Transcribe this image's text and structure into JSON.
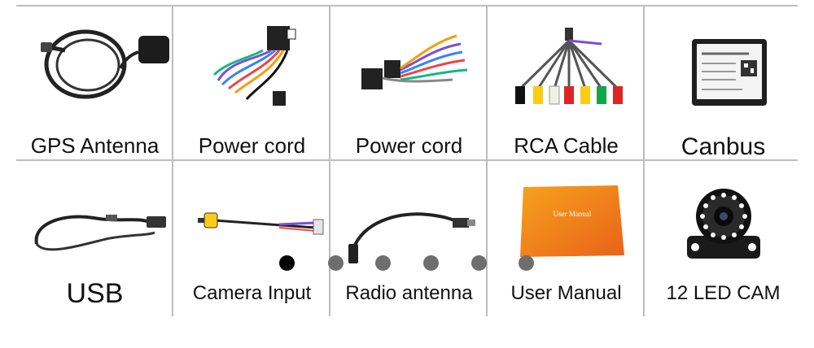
{
  "items": [
    {
      "label": "GPS Antenna",
      "icon": "gps-antenna-icon"
    },
    {
      "label": "Power cord",
      "icon": "power-cord-icon"
    },
    {
      "label": "Power cord",
      "icon": "power-cord-icon"
    },
    {
      "label": "RCA Cable",
      "icon": "rca-cable-icon"
    },
    {
      "label": "Canbus",
      "icon": "canbus-box-icon"
    },
    {
      "label": "USB",
      "icon": "usb-cable-icon"
    },
    {
      "label": "Camera Input",
      "icon": "camera-input-cable-icon"
    },
    {
      "label": "Radio antenna",
      "icon": "radio-antenna-cable-icon"
    },
    {
      "label": "User Manual",
      "icon": "user-manual-icon"
    },
    {
      "label": "12 LED CAM",
      "icon": "led-camera-icon"
    }
  ],
  "manual_cover_text": "User Manual",
  "carousel": {
    "total": 6,
    "active_index": 0
  },
  "colors": {
    "active_dot": "#000000",
    "inactive_dot": "#6e6e6e",
    "grid_line": "#bdbdbd"
  }
}
